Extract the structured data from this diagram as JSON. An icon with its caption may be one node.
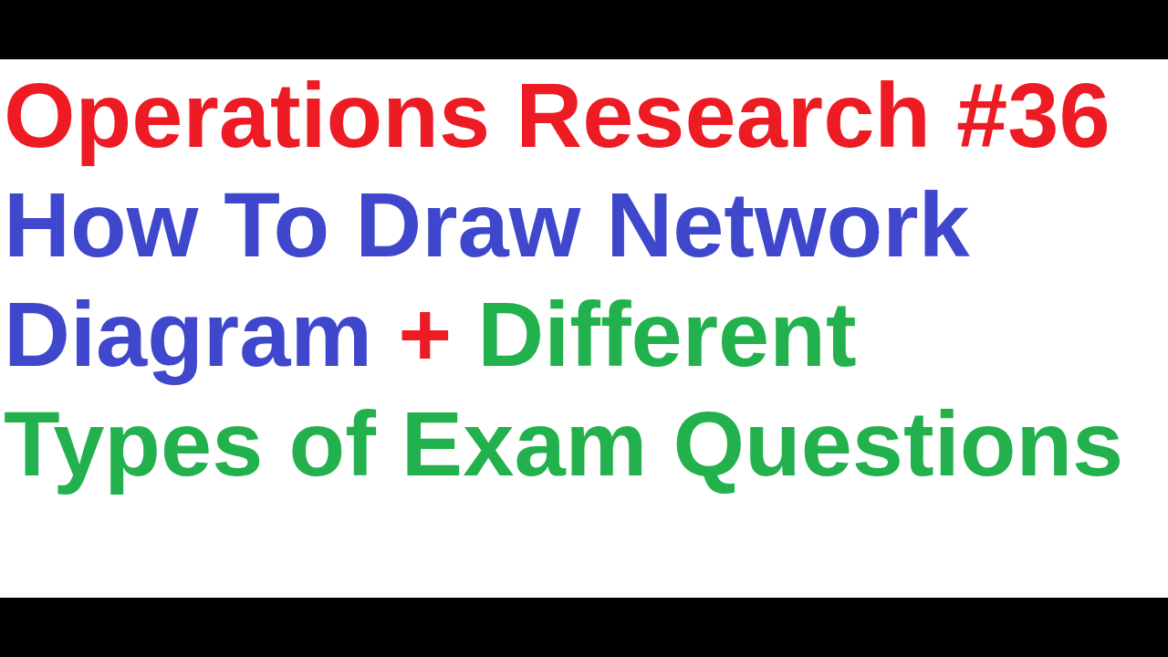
{
  "diagram": {
    "title": "Operations Research #36",
    "nodes": [
      {
        "text": [],
        "shape": "bar"
      },
      {
        "text": [],
        "shape": "bar"
      }
    ],
    "labels": [
      "How To Draw Network Diagram",
      "+",
      "Different Types of Exam Questions"
    ]
  }
}
